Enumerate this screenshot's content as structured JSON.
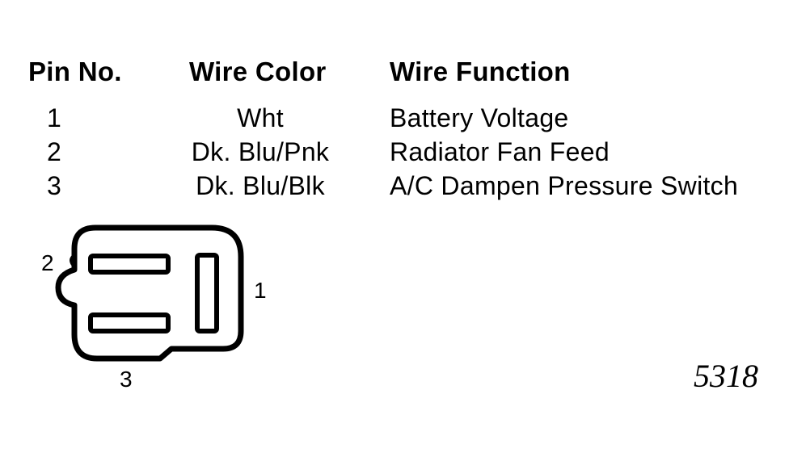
{
  "table": {
    "headers": {
      "pin": "Pin No.",
      "color": "Wire Color",
      "function": "Wire Function"
    },
    "rows": [
      {
        "pin": "1",
        "color": "Wht",
        "function": "Battery Voltage"
      },
      {
        "pin": "2",
        "color": "Dk. Blu/Pnk",
        "function": "Radiator Fan Feed"
      },
      {
        "pin": "3",
        "color": "Dk. Blu/Blk",
        "function": "A/C Dampen Pressure Switch"
      }
    ]
  },
  "connector": {
    "pin_labels": {
      "pin1": "1",
      "pin2": "2",
      "pin3": "3"
    }
  },
  "figure_number": "5318"
}
